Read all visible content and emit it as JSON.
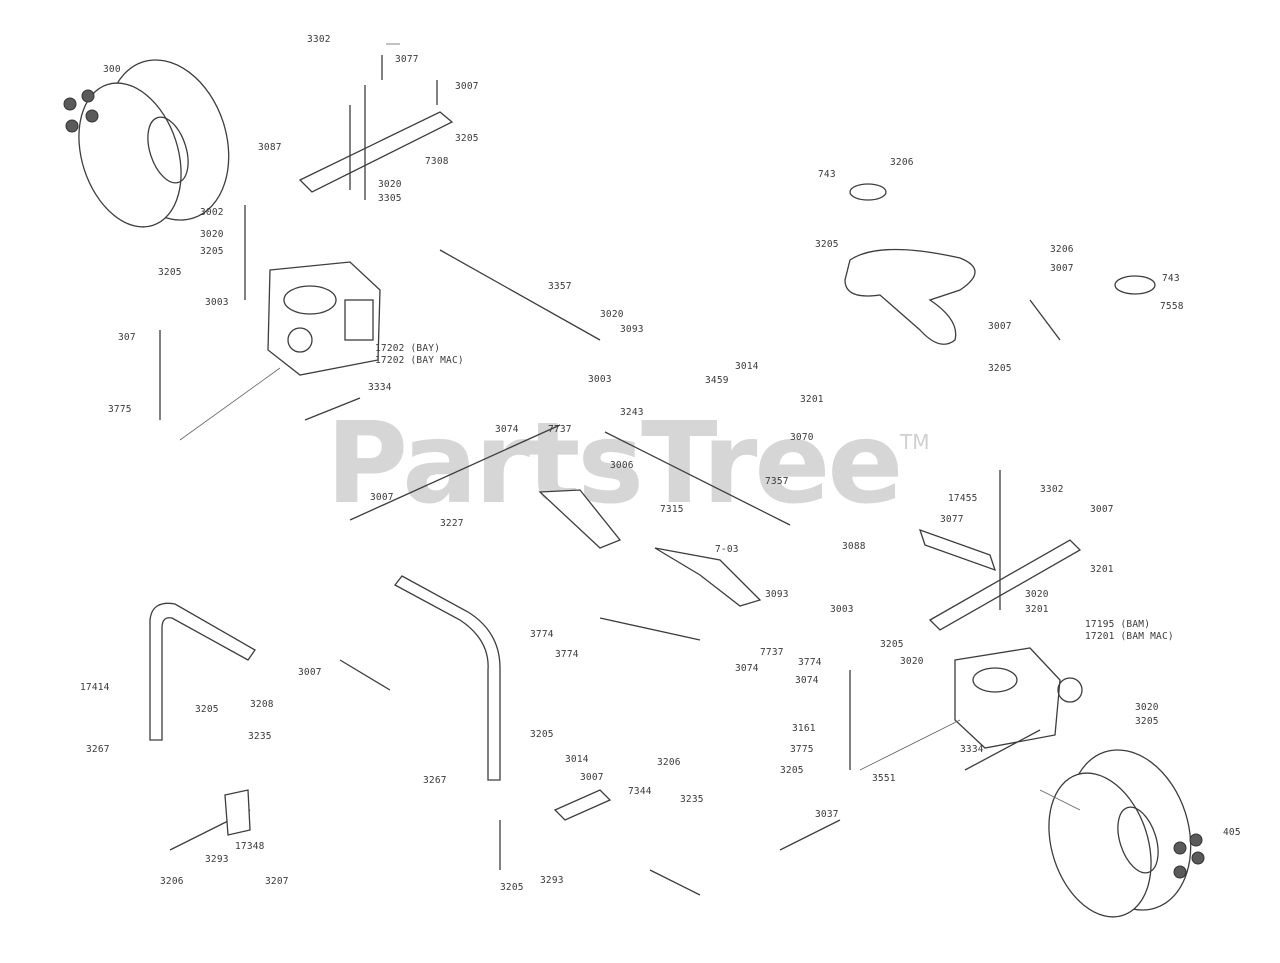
{
  "watermark": {
    "brand": "PartsTree",
    "tm": "TM"
  },
  "labels": [
    {
      "id": "l1",
      "text": "3302"
    },
    {
      "id": "l2",
      "text": "3077"
    },
    {
      "id": "l3",
      "text": "3007"
    },
    {
      "id": "l4",
      "text": "3205"
    },
    {
      "id": "l5",
      "text": "7308"
    },
    {
      "id": "l6",
      "text": "3020"
    },
    {
      "id": "l7",
      "text": "3305"
    },
    {
      "id": "l8",
      "text": "3087"
    },
    {
      "id": "l9",
      "text": "300"
    },
    {
      "id": "l10",
      "text": "3002"
    },
    {
      "id": "l11",
      "text": "3020"
    },
    {
      "id": "l12",
      "text": "3205"
    },
    {
      "id": "l13",
      "text": "3205"
    },
    {
      "id": "l14",
      "text": "3003"
    },
    {
      "id": "l15",
      "text": "307"
    },
    {
      "id": "l16",
      "text": "3775"
    },
    {
      "id": "l17",
      "text": "17202 (BAY)"
    },
    {
      "id": "l18",
      "text": "17202 (BAY MAC)"
    },
    {
      "id": "l19",
      "text": "3334"
    },
    {
      "id": "l20",
      "text": "3357"
    },
    {
      "id": "l21",
      "text": "3020"
    },
    {
      "id": "l22",
      "text": "3093"
    },
    {
      "id": "l23",
      "text": "743"
    },
    {
      "id": "l24",
      "text": "3206"
    },
    {
      "id": "l25",
      "text": "3205"
    },
    {
      "id": "l26",
      "text": "3206"
    },
    {
      "id": "l27",
      "text": "3007"
    },
    {
      "id": "l28",
      "text": "743"
    },
    {
      "id": "l29",
      "text": "7558"
    },
    {
      "id": "l30",
      "text": "3007"
    },
    {
      "id": "l31",
      "text": "3205"
    },
    {
      "id": "l32",
      "text": "3014"
    },
    {
      "id": "l33",
      "text": "3459"
    },
    {
      "id": "l34",
      "text": "3201"
    },
    {
      "id": "l35",
      "text": "3003"
    },
    {
      "id": "l36",
      "text": "3243"
    },
    {
      "id": "l37",
      "text": "3074"
    },
    {
      "id": "l38",
      "text": "7737"
    },
    {
      "id": "l39",
      "text": "3006"
    },
    {
      "id": "l40",
      "text": "3070"
    },
    {
      "id": "l41",
      "text": "7357"
    },
    {
      "id": "l42",
      "text": "7315"
    },
    {
      "id": "l43",
      "text": "3088"
    },
    {
      "id": "l44",
      "text": "7-03"
    },
    {
      "id": "l45",
      "text": "3227"
    },
    {
      "id": "l46",
      "text": "3007"
    },
    {
      "id": "l47",
      "text": "7737"
    },
    {
      "id": "l48",
      "text": "3074"
    },
    {
      "id": "l49",
      "text": "3774"
    },
    {
      "id": "l50",
      "text": "3077"
    },
    {
      "id": "l51",
      "text": "3302"
    },
    {
      "id": "l52",
      "text": "3007"
    },
    {
      "id": "l53",
      "text": "3201"
    },
    {
      "id": "l54",
      "text": "17455"
    },
    {
      "id": "l55",
      "text": "3020"
    },
    {
      "id": "l56",
      "text": "3201"
    },
    {
      "id": "l57",
      "text": "3003"
    },
    {
      "id": "l58",
      "text": "3205"
    },
    {
      "id": "l59",
      "text": "3774"
    },
    {
      "id": "l60",
      "text": "3074"
    },
    {
      "id": "l61",
      "text": "3161"
    },
    {
      "id": "l62",
      "text": "3775"
    },
    {
      "id": "l63",
      "text": "3205"
    },
    {
      "id": "l64",
      "text": "3334"
    },
    {
      "id": "l65",
      "text": "17195 (BAM)"
    },
    {
      "id": "l66",
      "text": "17201 (BAM MAC)"
    },
    {
      "id": "l67",
      "text": "3020"
    },
    {
      "id": "l68",
      "text": "3205"
    },
    {
      "id": "l69",
      "text": "17414"
    },
    {
      "id": "l70",
      "text": "3007"
    },
    {
      "id": "l71",
      "text": "3205"
    },
    {
      "id": "l72",
      "text": "3208"
    },
    {
      "id": "l73",
      "text": "3235"
    },
    {
      "id": "l74",
      "text": "3014"
    },
    {
      "id": "l75",
      "text": "3007"
    },
    {
      "id": "l76",
      "text": "7344"
    },
    {
      "id": "l77",
      "text": "3206"
    },
    {
      "id": "l78",
      "text": "3235"
    },
    {
      "id": "l79",
      "text": "3293"
    },
    {
      "id": "l80",
      "text": "3293"
    },
    {
      "id": "l81",
      "text": "3037"
    },
    {
      "id": "l82",
      "text": "3205"
    },
    {
      "id": "l83",
      "text": "3207"
    },
    {
      "id": "l84",
      "text": "3206"
    },
    {
      "id": "l85",
      "text": "3267"
    },
    {
      "id": "l86",
      "text": "3267"
    },
    {
      "id": "l87",
      "text": "17348"
    },
    {
      "id": "l88",
      "text": "405"
    },
    {
      "id": "l89",
      "text": "3093"
    },
    {
      "id": "l90",
      "text": "3205"
    },
    {
      "id": "l91",
      "text": "3551"
    },
    {
      "id": "l92",
      "text": "3774"
    },
    {
      "id": "l93",
      "text": "3020"
    }
  ]
}
